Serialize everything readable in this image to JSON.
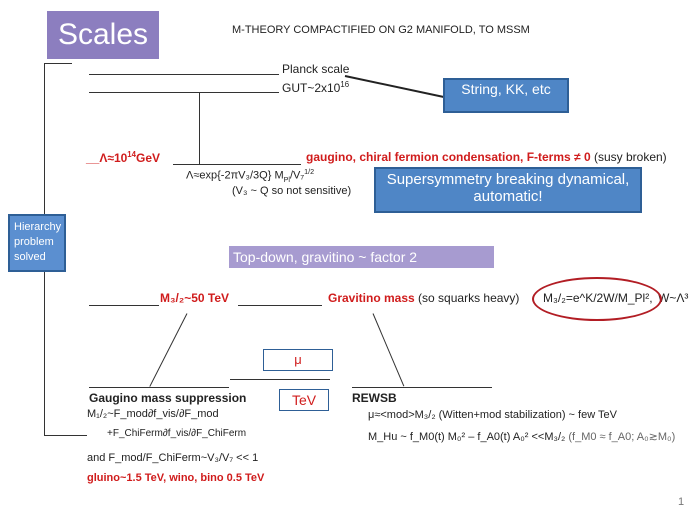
{
  "slide": {
    "title": "Scales",
    "heading": "M-THEORY COMPACTIFIED ON G2 MANIFOLD, TO MSSM",
    "planck": "Planck scale",
    "gut": "GUT~2x10",
    "gut_exp": "16",
    "callout_string": "String, KK, etc",
    "lambda": "Λ≈10",
    "lambda_exp": "14",
    "lambda_unit": "GeV",
    "gaugino_cond": "gaugino, chiral fermion condensation, F-terms ≠ 0",
    "susy_broken": "(susy broken)",
    "lambda_formula": "Λ≈exp{-2πV₃/3Q} M",
    "lambda_formula_sub": "Pl",
    "lambda_formula_rest": "/V₇",
    "lambda_formula_exp": "1/2",
    "v3_note": "(V₃ ~ Q so not sensitive)",
    "callout_susy": "Supersymmetry breaking dynamical, automatic!",
    "hierarchy": "Hierarchy problem solved",
    "topdown": "Top-down, gravitino  ~ factor 2",
    "m32": "M₃/₂~50 TeV",
    "gravitino": "Gravitino mass",
    "squarks": "(so squarks heavy)",
    "m32_formula": "M₃/₂=e^K/2W/M_Pl²,",
    "w_formula": "W~Λ³",
    "mu": "μ",
    "tev": "TeV",
    "gaugino_supp": "Gaugino mass suppression",
    "m12": "M₁/₂~F_mod∂f_vis/∂F_mod",
    "chiferm": "+F_ChiFerm∂f_vis/∂F_ChiFerm",
    "and_ratio": "and F_mod/F_ChiFerm~V₃/V₇ << 1",
    "gluino": "gluino~1.5 TeV, wino, bino 0.5 TeV",
    "rewsb": "REWSB",
    "mu_formula": "μ≈<mod>M₃/₂  (Witten+mod stabilization) ~ few TeV",
    "mhu": "M_Hu ~ f_M0(t) M₀² – f_A0(t) A₀² <<M₃/₂",
    "mhu_note": "(f_M0 ≈ f_A0; A₀≳M₀)",
    "page_number": "1",
    "colors": {
      "title_bg": "#8c7ebf",
      "callout": "#4f86c6",
      "accent_red": "#d01c1c",
      "topdown_bg": "#a79bd0"
    }
  }
}
